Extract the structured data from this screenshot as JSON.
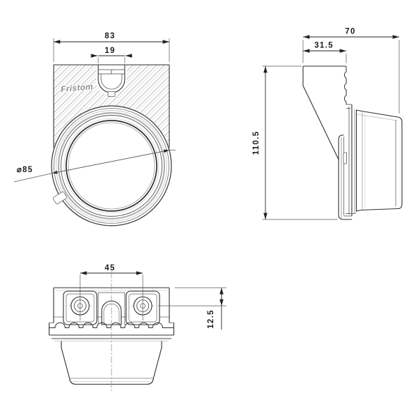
{
  "drawing": {
    "background": "#ffffff",
    "line_color": "#2f2f2f",
    "hatch_color": "#c4c4c4",
    "bezel_gray": "#b0b0b0"
  },
  "front_view": {
    "overall_width": "83",
    "slot_width": "19",
    "lens_diameter": "⌀85",
    "logo": "Fristom"
  },
  "side_view": {
    "overall_depth": "70",
    "bracket_depth": "31.5",
    "overall_height": "110.5"
  },
  "bottom_view": {
    "hole_spacing": "45",
    "hole_offset": "12.5"
  }
}
